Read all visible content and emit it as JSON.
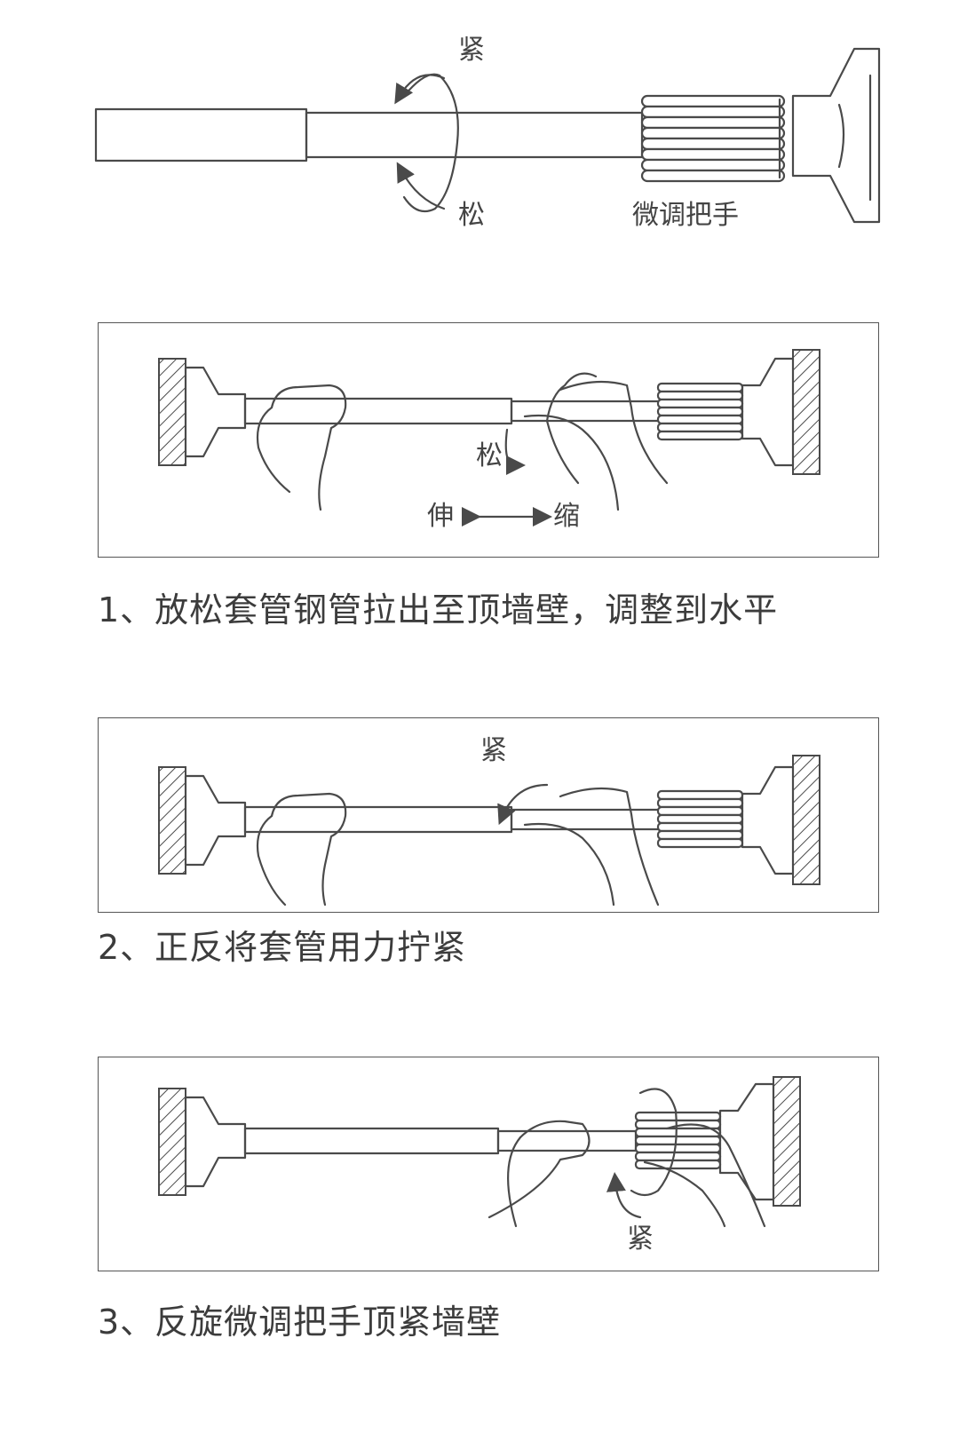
{
  "top": {
    "tighten": "紧",
    "loosen": "松",
    "handle": "微调把手"
  },
  "panel1": {
    "loosen": "松",
    "extend": "伸",
    "retract": "缩"
  },
  "step1": "1、放松套管钢管拉出至顶墙壁，调整到水平",
  "panel2": {
    "tighten": "紧"
  },
  "step2": "2、正反将套管用力拧紧",
  "panel3": {
    "tighten": "紧"
  },
  "step3": "3、反旋微调把手顶紧墙壁",
  "colors": {
    "line": "#4a4a4a",
    "text": "#3c3c3c",
    "background": "#ffffff"
  }
}
